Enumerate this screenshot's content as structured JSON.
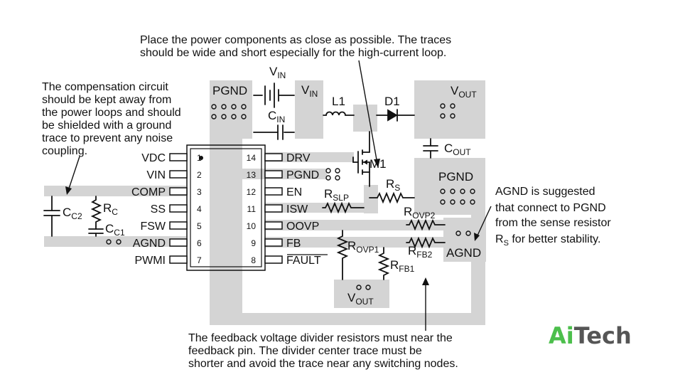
{
  "notes": {
    "power": [
      "Place the power components as close as possible. The traces",
      "should be wide and short  especially for the high-current loop."
    ],
    "compensation": [
      "The compensation circuit",
      "should be kept away from",
      "the power loops and should",
      "be shielded with a ground",
      "trace to prevent any noise",
      "coupling."
    ],
    "agnd": [
      "AGND is suggested",
      "that connect to PGND",
      "from the sense resistor",
      "R",
      "S",
      " for better stability."
    ],
    "feedback": [
      "The feedback voltage divider resistors must near the",
      "feedback pin. The divider center trace must be",
      "shorter and avoid the trace near any switching nodes."
    ]
  },
  "ic": {
    "left_pins": [
      {
        "name": "VDC",
        "num": "1"
      },
      {
        "name": "VIN",
        "num": "2"
      },
      {
        "name": "COMP",
        "num": "3"
      },
      {
        "name": "SS",
        "num": "4"
      },
      {
        "name": "FSW",
        "num": "5"
      },
      {
        "name": "AGND",
        "num": "6"
      },
      {
        "name": "PWMI",
        "num": "7"
      }
    ],
    "right_pins": [
      {
        "name": "DRV",
        "num": "14"
      },
      {
        "name": "PGND",
        "num": "13"
      },
      {
        "name": "EN",
        "num": "12"
      },
      {
        "name": "ISW",
        "num": "11"
      },
      {
        "name": "OOVP",
        "num": "10"
      },
      {
        "name": "FB",
        "num": "9"
      },
      {
        "name": "FAULT",
        "num": "8"
      }
    ]
  },
  "labels": {
    "pgnd_top": "PGND",
    "pgnd_right": "PGND",
    "agnd_pad": "AGND",
    "vin_main": "V",
    "vin_main_sub": "IN",
    "vin_side": "V",
    "vin_side_sub": "IN",
    "cin": "C",
    "cin_sub": "IN",
    "l1": "L1",
    "d1": "D1",
    "vout_top": "V",
    "vout_top_sub": "OUT",
    "cout": "C",
    "cout_sub": "OUT",
    "m1": "M1",
    "rslp": "R",
    "rslp_sub": "SLP",
    "rs": "R",
    "rs_sub": "S",
    "rovp2": "R",
    "rovp2_sub": "OVP2",
    "rfb2": "R",
    "rfb2_sub": "FB2",
    "rovp1": "R",
    "rovp1_sub": "OVP1",
    "rfb1": "R",
    "rfb1_sub": "FB1",
    "vout_bottom": "V",
    "vout_bottom_sub": "OUT",
    "cc2": "C",
    "cc2_sub": "C2",
    "rc": "R",
    "rc_sub": "C",
    "cc1": "C",
    "cc1_sub": "C1"
  },
  "brand": {
    "prefix": "Ai",
    "suffix": "Tech"
  },
  "colors": {
    "trace": "#d4d4d4",
    "ink": "#111111",
    "brand_green": "#4cbf4c",
    "brand_gray": "#555555"
  }
}
